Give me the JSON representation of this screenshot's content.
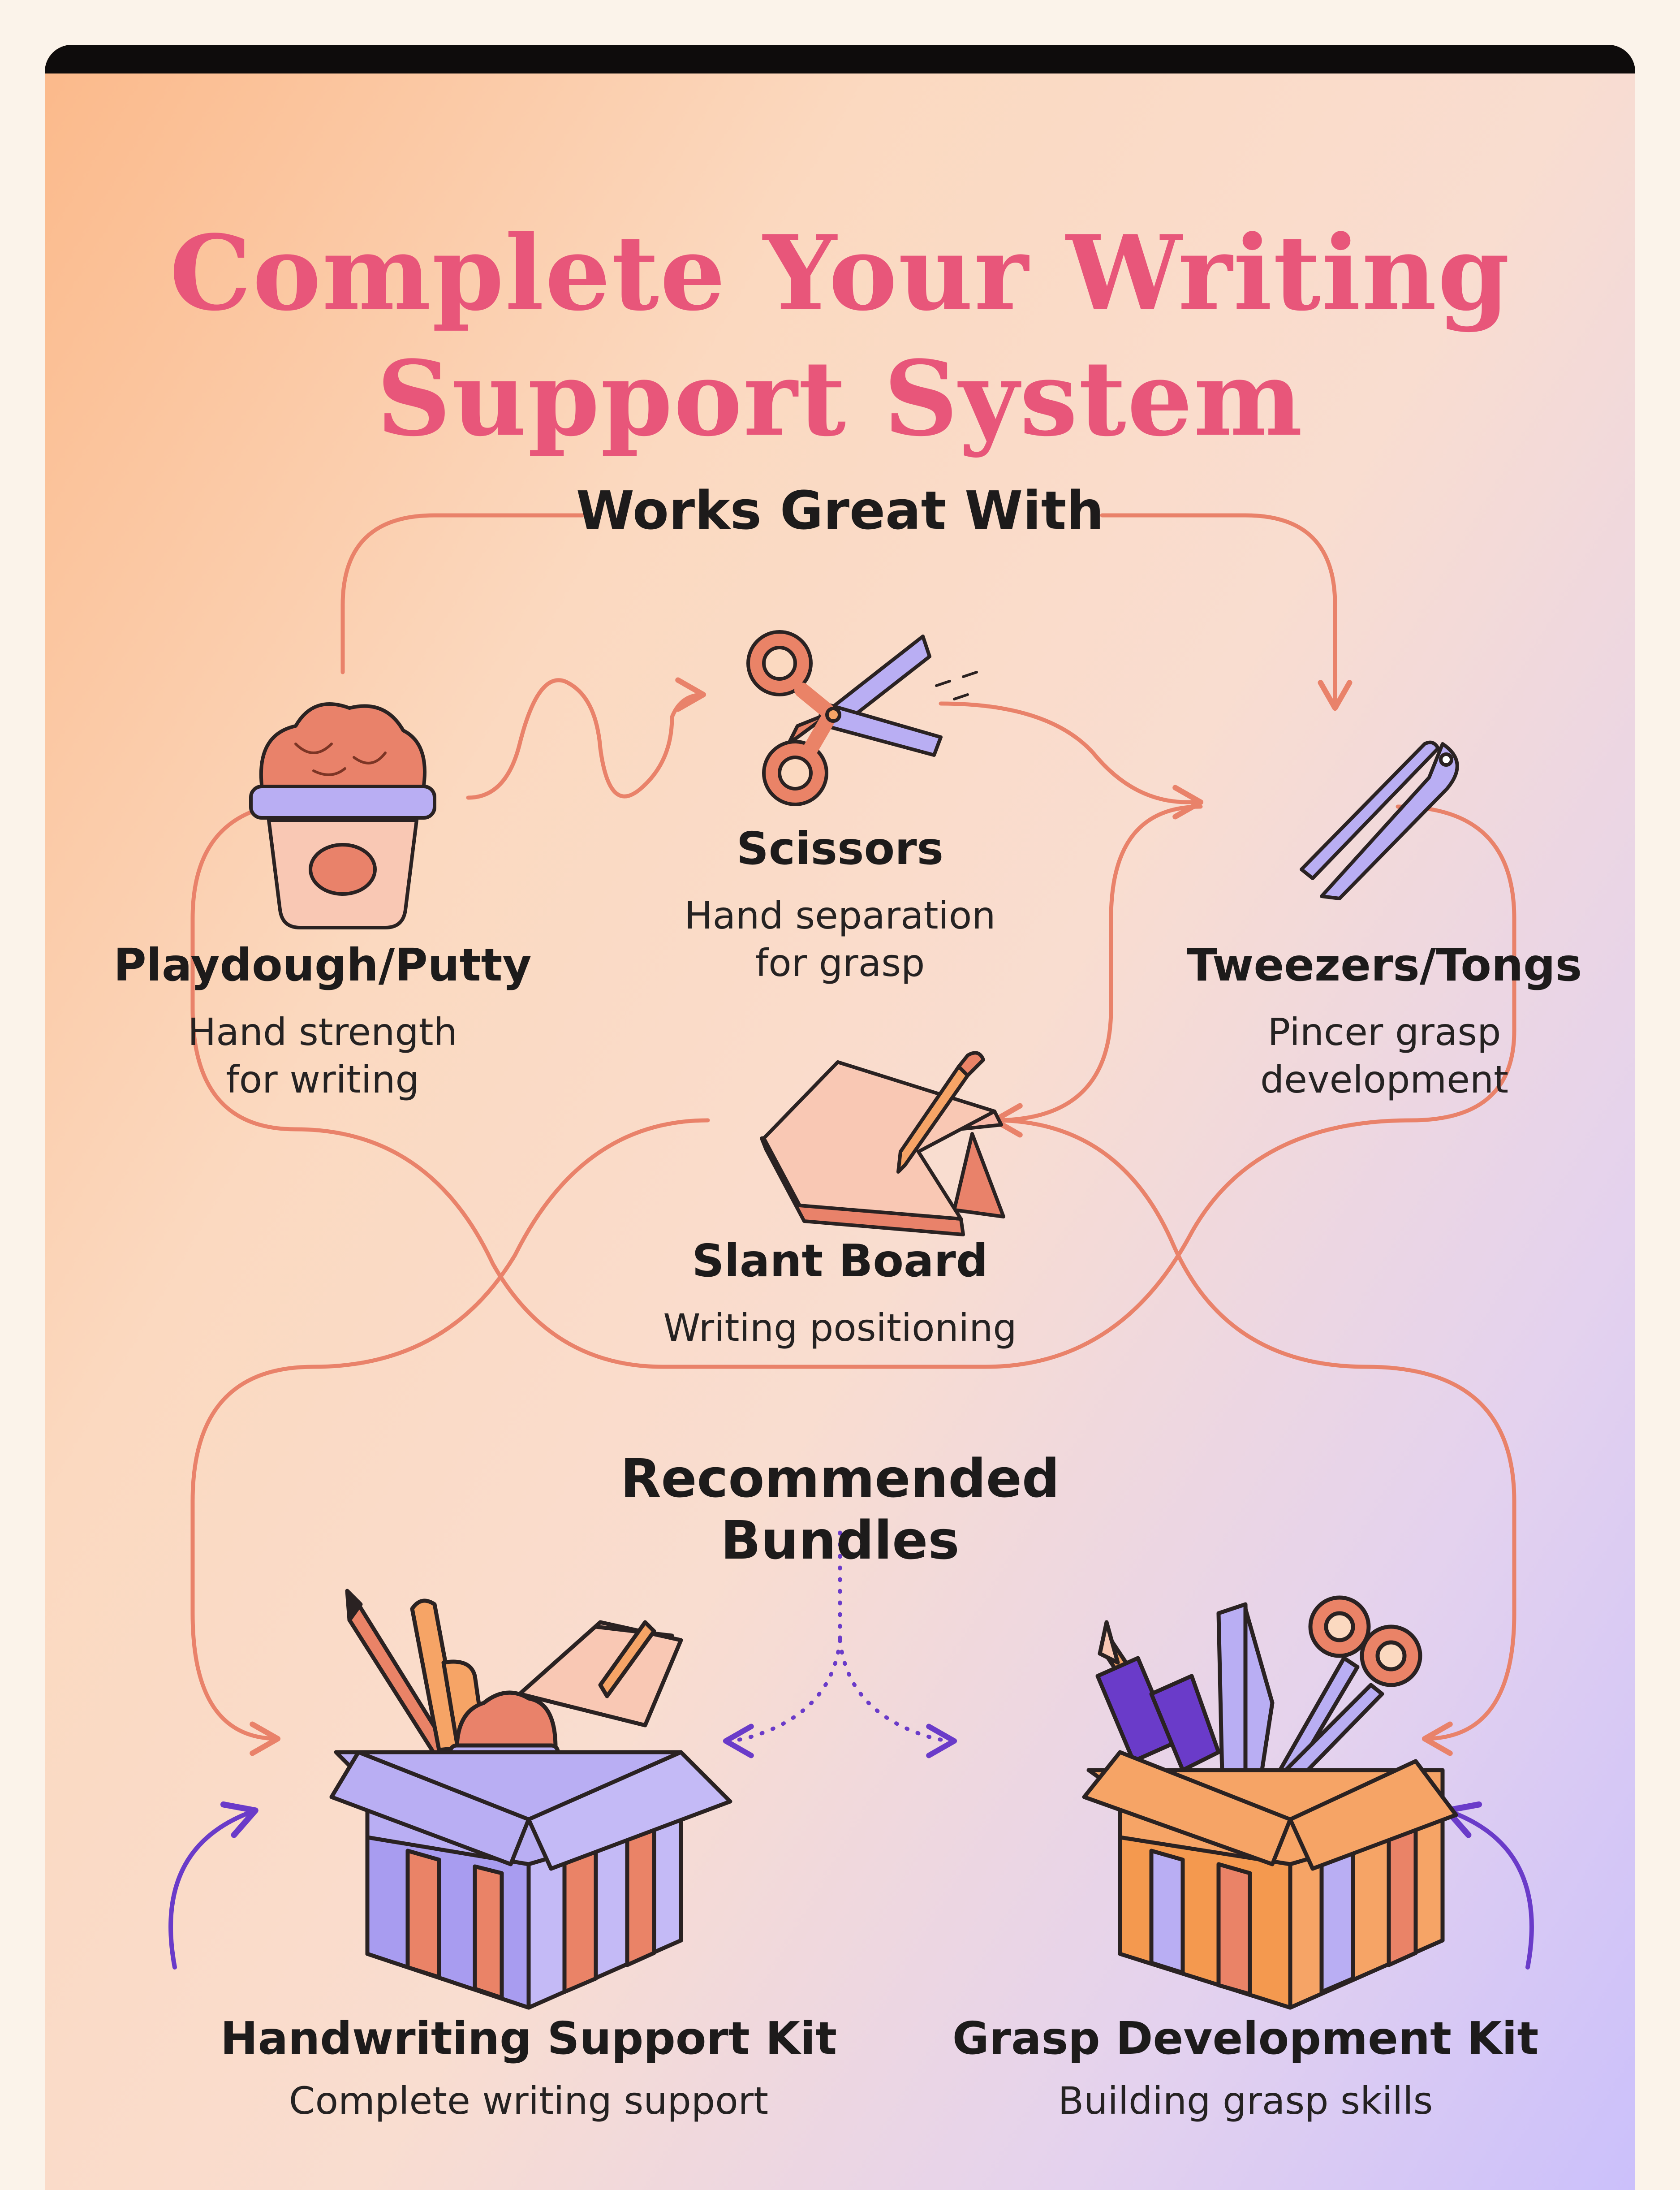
{
  "title_line1": "Complete Your Writing",
  "title_line2": "Support System",
  "works_heading": "Works Great With",
  "products": [
    {
      "name": "Playdough/Putty",
      "desc_line1": "Hand strength",
      "desc_line2": "for writing",
      "icon": "playdough-tub-icon"
    },
    {
      "name": "Scissors",
      "desc_line1": "Hand separation",
      "desc_line2": "for grasp",
      "icon": "scissors-icon"
    },
    {
      "name": "Tweezers/Tongs",
      "desc_line1": "Pincer grasp",
      "desc_line2": "development",
      "icon": "tweezers-icon"
    },
    {
      "name": "Slant Board",
      "desc_line1": "Writing positioning",
      "icon": "slant-board-icon"
    }
  ],
  "bundles_heading": "Recommended Bundles",
  "bundles": [
    {
      "name": "Handwriting Support Kit",
      "desc": "Complete writing support",
      "icon": "handwriting-kit-box-icon"
    },
    {
      "name": "Grasp Development Kit",
      "desc": "Building grasp skills",
      "icon": "grasp-kit-box-icon"
    }
  ],
  "colors": {
    "title": "#e8567a",
    "flow_arrow": "#e9826a",
    "bundle_arrow": "#6a3bc9",
    "lavender": "#b9aef3",
    "salmon": "#ea8367",
    "orange": "#f6a466"
  }
}
